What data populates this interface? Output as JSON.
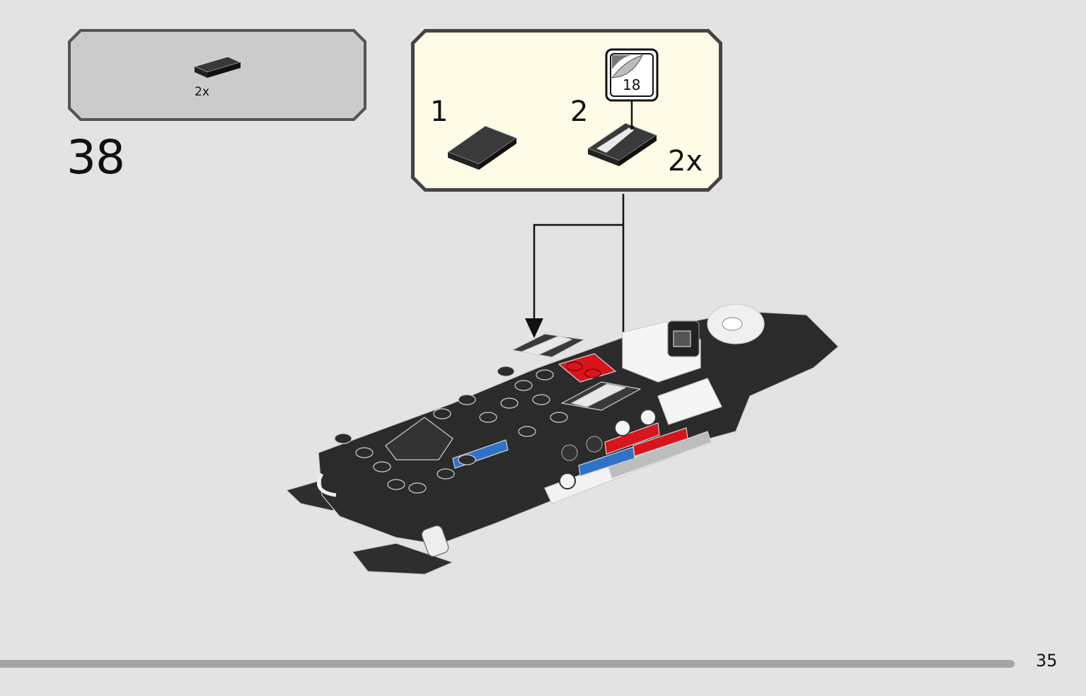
{
  "step": {
    "number": "38"
  },
  "parts_callout": {
    "quantity": "2x",
    "part_icon": "flat-tile-1x2-black-icon"
  },
  "sub_assembly": {
    "steps": [
      {
        "number": "1",
        "part_icon": "flat-tile-1x2-black-icon"
      },
      {
        "number": "2",
        "part_icon": "flat-tile-1x2-stickered-icon"
      }
    ],
    "quantity": "2x",
    "sticker_number": "18"
  },
  "colors": {
    "background": "#e3e3e3",
    "parts_panel": "#cccccc",
    "subassembly_panel": "#fefbe6",
    "brick_black": "#2b2b2b",
    "accent_red": "#d8141c",
    "accent_blue": "#2f73c8"
  },
  "progress": {
    "fraction": 0.97
  },
  "page": {
    "number": "35"
  }
}
